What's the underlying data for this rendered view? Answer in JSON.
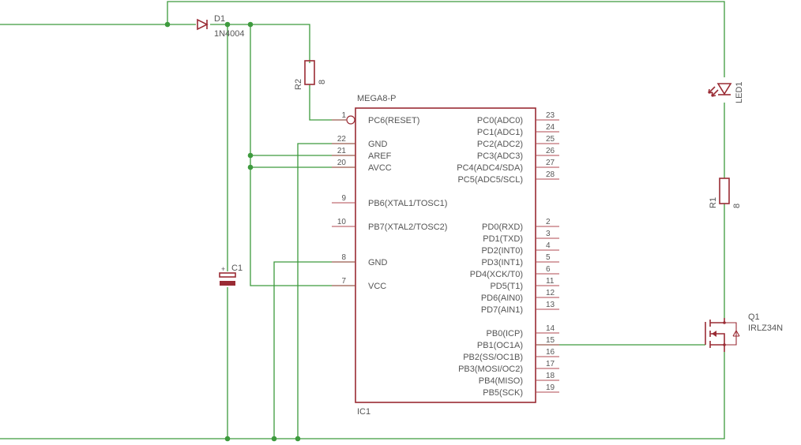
{
  "colors": {
    "wire": "#3d9a3d",
    "part": "#9a2b34",
    "text": "#555555",
    "background": "#ffffff"
  },
  "parts": {
    "ic": {
      "name": "IC1",
      "value": "MEGA8-P"
    },
    "d1": {
      "name": "D1",
      "value": "1N4004"
    },
    "r1": {
      "name": "R1",
      "value": "8"
    },
    "r2": {
      "name": "R2",
      "value": "8"
    },
    "c1": {
      "name": "C1",
      "polarity": "+"
    },
    "led1": {
      "name": "LED1"
    },
    "q1": {
      "name": "Q1",
      "value": "IRLZ34N"
    }
  },
  "ic_pins": {
    "left": [
      {
        "num": "1",
        "label": "PC6(RESET)"
      },
      {
        "num": "22",
        "label": "GND"
      },
      {
        "num": "21",
        "label": "AREF"
      },
      {
        "num": "20",
        "label": "AVCC"
      },
      {
        "num": "9",
        "label": "PB6(XTAL1/TOSC1)"
      },
      {
        "num": "10",
        "label": "PB7(XTAL2/TOSC2)"
      },
      {
        "num": "8",
        "label": "GND"
      },
      {
        "num": "7",
        "label": "VCC"
      }
    ],
    "right": [
      {
        "num": "23",
        "label": "PC0(ADC0)"
      },
      {
        "num": "24",
        "label": "PC1(ADC1)"
      },
      {
        "num": "25",
        "label": "PC2(ADC2)"
      },
      {
        "num": "26",
        "label": "PC3(ADC3)"
      },
      {
        "num": "27",
        "label": "PC4(ADC4/SDA)"
      },
      {
        "num": "28",
        "label": "PC5(ADC5/SCL)"
      },
      {
        "num": "2",
        "label": "PD0(RXD)"
      },
      {
        "num": "3",
        "label": "PD1(TXD)"
      },
      {
        "num": "4",
        "label": "PD2(INT0)"
      },
      {
        "num": "5",
        "label": "PD3(INT1)"
      },
      {
        "num": "6",
        "label": "PD4(XCK/T0)"
      },
      {
        "num": "11",
        "label": "PD5(T1)"
      },
      {
        "num": "12",
        "label": "PD6(AIN0)"
      },
      {
        "num": "13",
        "label": "PD7(AIN1)"
      },
      {
        "num": "14",
        "label": "PB0(ICP)"
      },
      {
        "num": "15",
        "label": "PB1(OC1A)"
      },
      {
        "num": "16",
        "label": "PB2(SS/OC1B)"
      },
      {
        "num": "17",
        "label": "PB3(MOSI/OC2)"
      },
      {
        "num": "18",
        "label": "PB4(MISO)"
      },
      {
        "num": "19",
        "label": "PB5(SCK)"
      }
    ]
  }
}
